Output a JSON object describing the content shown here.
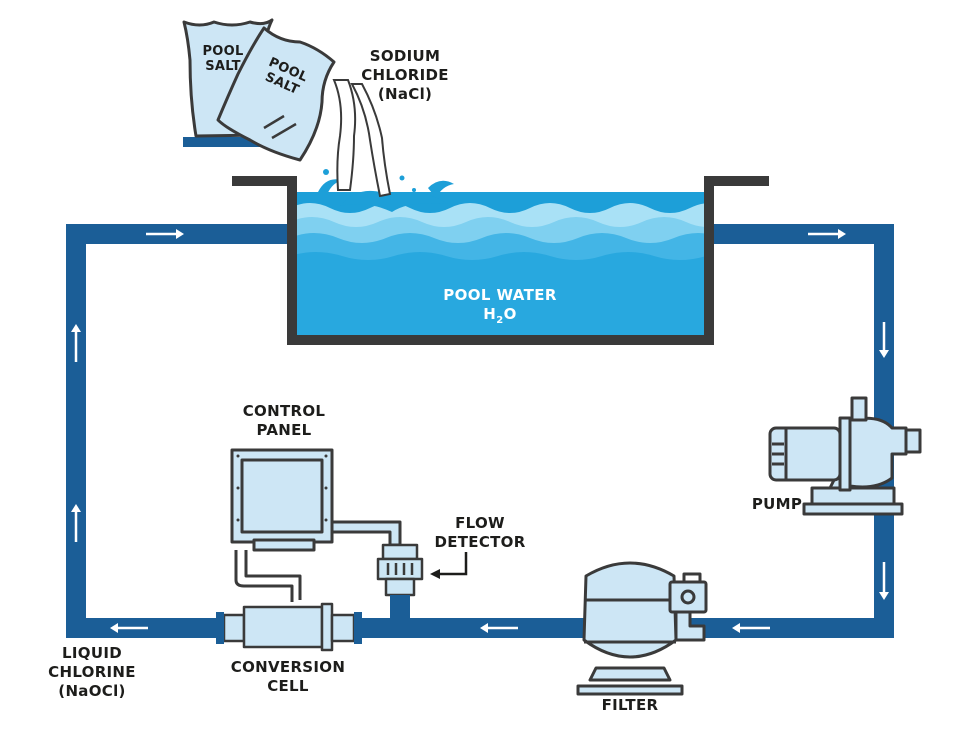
{
  "labels": {
    "sodium_chloride": [
      "SODIUM",
      "CHLORIDE",
      "(NaCl)"
    ],
    "pool_water": "POOL WATER",
    "pool_formula": {
      "h": "H",
      "sub": "2",
      "o": "O"
    },
    "control_panel": [
      "CONTROL",
      "PANEL"
    ],
    "flow_detector": [
      "FLOW",
      "DETECTOR"
    ],
    "pump": "PUMP",
    "filter": "FILTER",
    "conversion_cell": [
      "CONVERSION",
      "CELL"
    ],
    "liquid_chlorine": [
      "LIQUID",
      "CHLORINE",
      "(NaOCl)"
    ],
    "salt_bag": [
      "POOL",
      "SALT"
    ]
  },
  "colors": {
    "pipe": "#1b5e97",
    "outline": "#3a3a3a",
    "equipment_fill": "#cde6f5",
    "water_light": "#7fd0f0",
    "water_mid": "#43b5e6",
    "water_deep": "#1d9fd8",
    "text": "#1d1d1b"
  },
  "icons": [
    "flow-arrow-icon",
    "salt-bag-icon",
    "pump-icon",
    "filter-icon",
    "control-panel-icon",
    "flow-detector-icon",
    "conversion-cell-icon"
  ]
}
